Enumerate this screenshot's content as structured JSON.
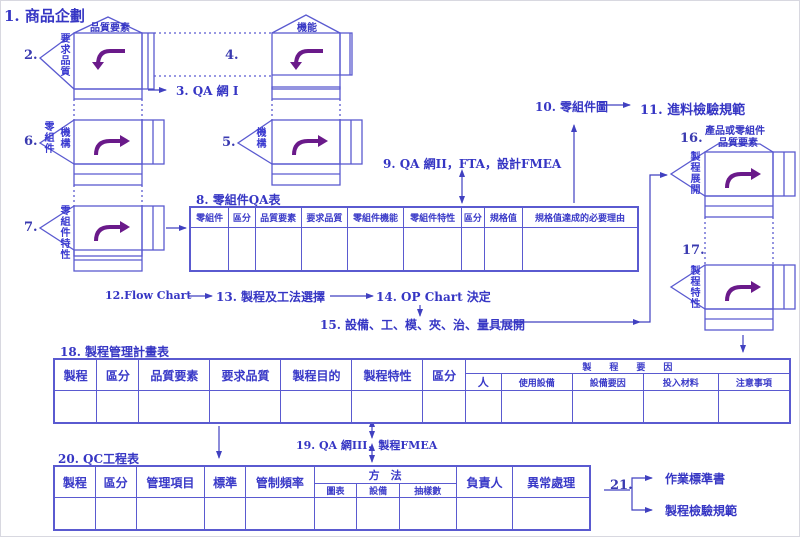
{
  "title": "1. 商品企劃",
  "steps": {
    "s2": {
      "num": "2.",
      "side_label": "要求品質",
      "top_label": "品質要素"
    },
    "s3": {
      "label": "3. QA 網 I"
    },
    "s4": {
      "num": "4.",
      "top_label": "機能"
    },
    "s5": {
      "num": "5.",
      "side_label": "機構"
    },
    "s6": {
      "num": "6.",
      "side_label_a": "零組件",
      "side_label_b": "機構"
    },
    "s7": {
      "num": "7.",
      "side_label": "零組件特性"
    },
    "s8": {
      "title": "8. 零組件QA表"
    },
    "s9": {
      "label": "9. QA 網II，FTA，設計FMEA"
    },
    "s10": {
      "label": "10. 零組件圖"
    },
    "s11": {
      "label": "11. 進料檢驗規範"
    },
    "s12": {
      "label": "12.Flow Chart"
    },
    "s13": {
      "label": "13. 製程及工法選擇"
    },
    "s14": {
      "label": "14. OP Chart 決定"
    },
    "s15": {
      "label": "15. 設備、工、模、夾、治、量具展開"
    },
    "s16": {
      "num": "16.",
      "top_label_a": "產品或零組件",
      "top_label_b": "品質要素",
      "side_label": "製程展開"
    },
    "s17": {
      "num": "17.",
      "side_label": "製程特性"
    },
    "s18": {
      "title": "18. 製程管理計畫表"
    },
    "s19": {
      "label": "19. QA 網III，製程FMEA"
    },
    "s20": {
      "title": "20. QC工程表"
    },
    "s21": {
      "num": "21.",
      "out_a": "作業標準書",
      "out_b": "製程檢驗規範"
    }
  },
  "qa_table": {
    "headers": [
      "零組件",
      "區分",
      "品質要素",
      "要求品質",
      "零組件機能",
      "零組件特性",
      "區分",
      "規格值",
      "規格值達成的必要理由"
    ]
  },
  "process_plan_table": {
    "headers": [
      "製程",
      "區分",
      "品質要素",
      "要求品質",
      "製程目的",
      "製程特性",
      "區分"
    ],
    "group_header": "製　　程　　要　　因",
    "group_sub": [
      "人",
      "使用設備",
      "設備要因",
      "投入材料",
      "注意事項"
    ]
  },
  "qc_table": {
    "headers": [
      "製程",
      "區分",
      "管理項目",
      "標準",
      "管制頻率"
    ],
    "method_header": "方　法",
    "method_sub": [
      "圖表",
      "設備",
      "抽樣數"
    ],
    "tail_headers": [
      "負責人",
      "異常處理"
    ]
  },
  "colors": {
    "line": "#4a4ad0",
    "text": "#3636c4",
    "arrow": "#6a1a8a"
  }
}
